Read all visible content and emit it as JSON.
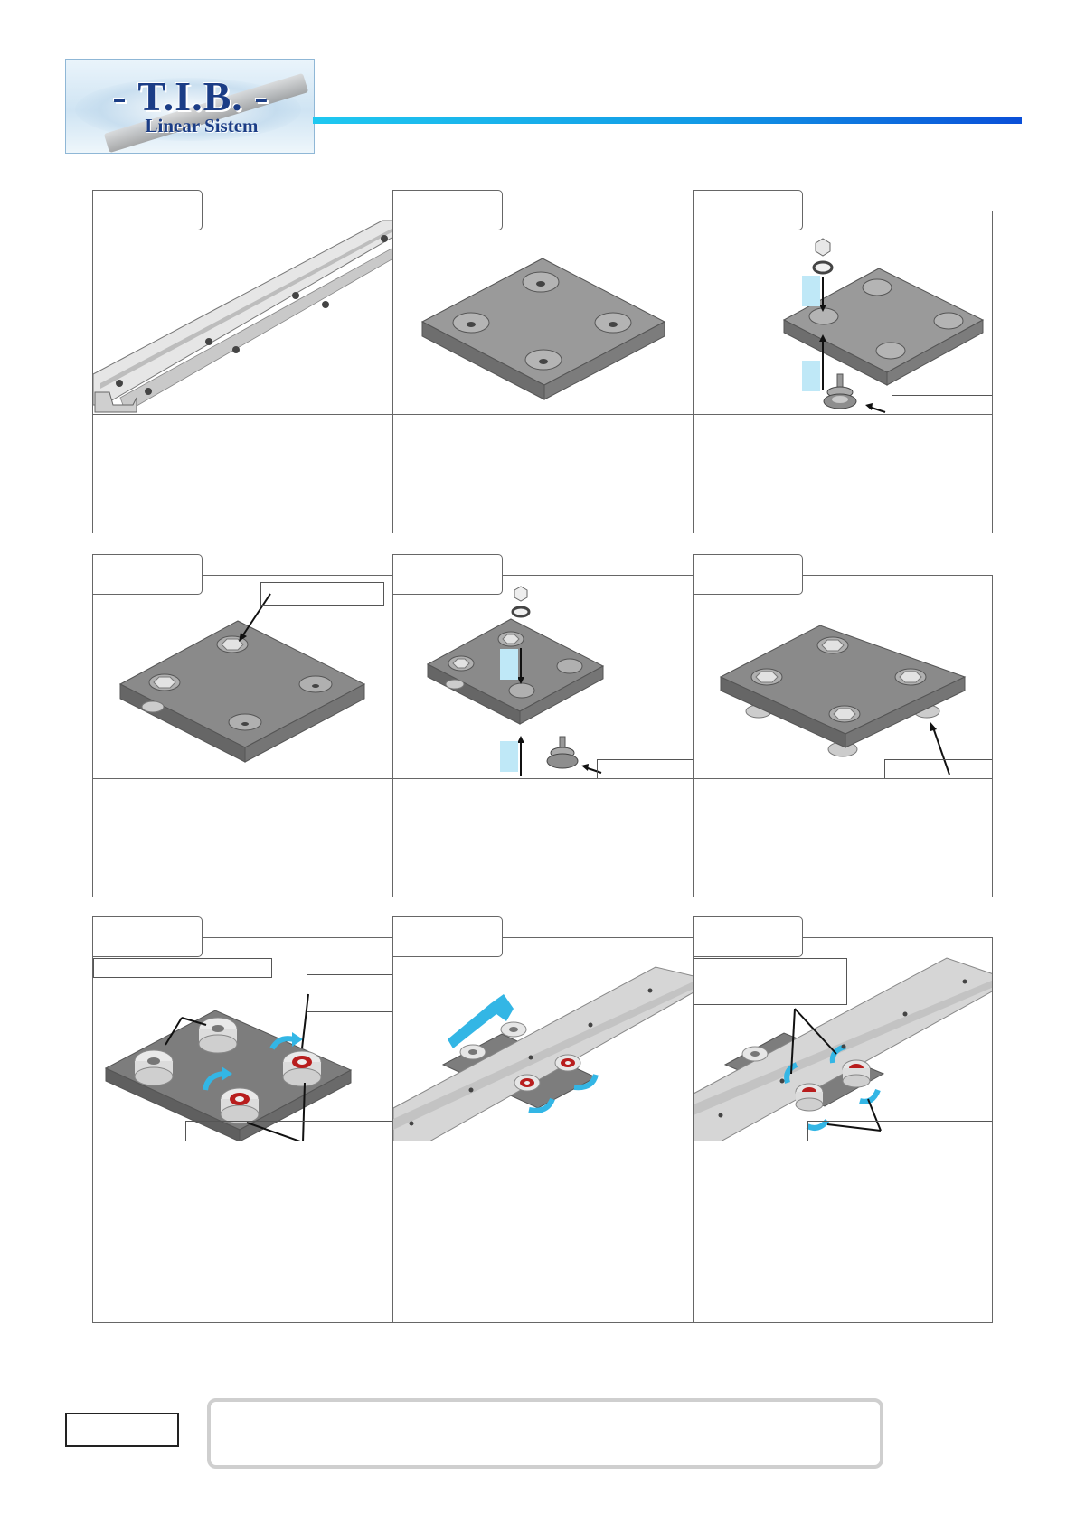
{
  "logo": {
    "title": "- T.I.B. -",
    "subtitle": "Linear Sistem"
  },
  "colors": {
    "header_bar_start": "#1fc8f0",
    "header_bar_end": "#0a4fd8",
    "arrow_blue": "#33b6e5",
    "label_blue": "#bfe8f7",
    "plate_gray": "#8f8f8f",
    "rail_gray": "#d4d4d4",
    "wheel_red": "#b81d1d"
  },
  "steps": [
    {
      "id": 1,
      "image": "rail"
    },
    {
      "id": 2,
      "image": "plate"
    },
    {
      "id": 3,
      "image": "plate-with-fixed-wheel-exploded"
    },
    {
      "id": 4,
      "image": "plate-with-fixed-wheels"
    },
    {
      "id": 5,
      "image": "plate-with-eccentric-wheel-exploded"
    },
    {
      "id": 6,
      "image": "plate-with-all-wheels"
    },
    {
      "id": 7,
      "image": "wheels-fixed-and-eccentric-rotation"
    },
    {
      "id": 8,
      "image": "carriage-inserted-on-rail"
    },
    {
      "id": 9,
      "image": "carriage-adjusted-on-rail"
    }
  ]
}
